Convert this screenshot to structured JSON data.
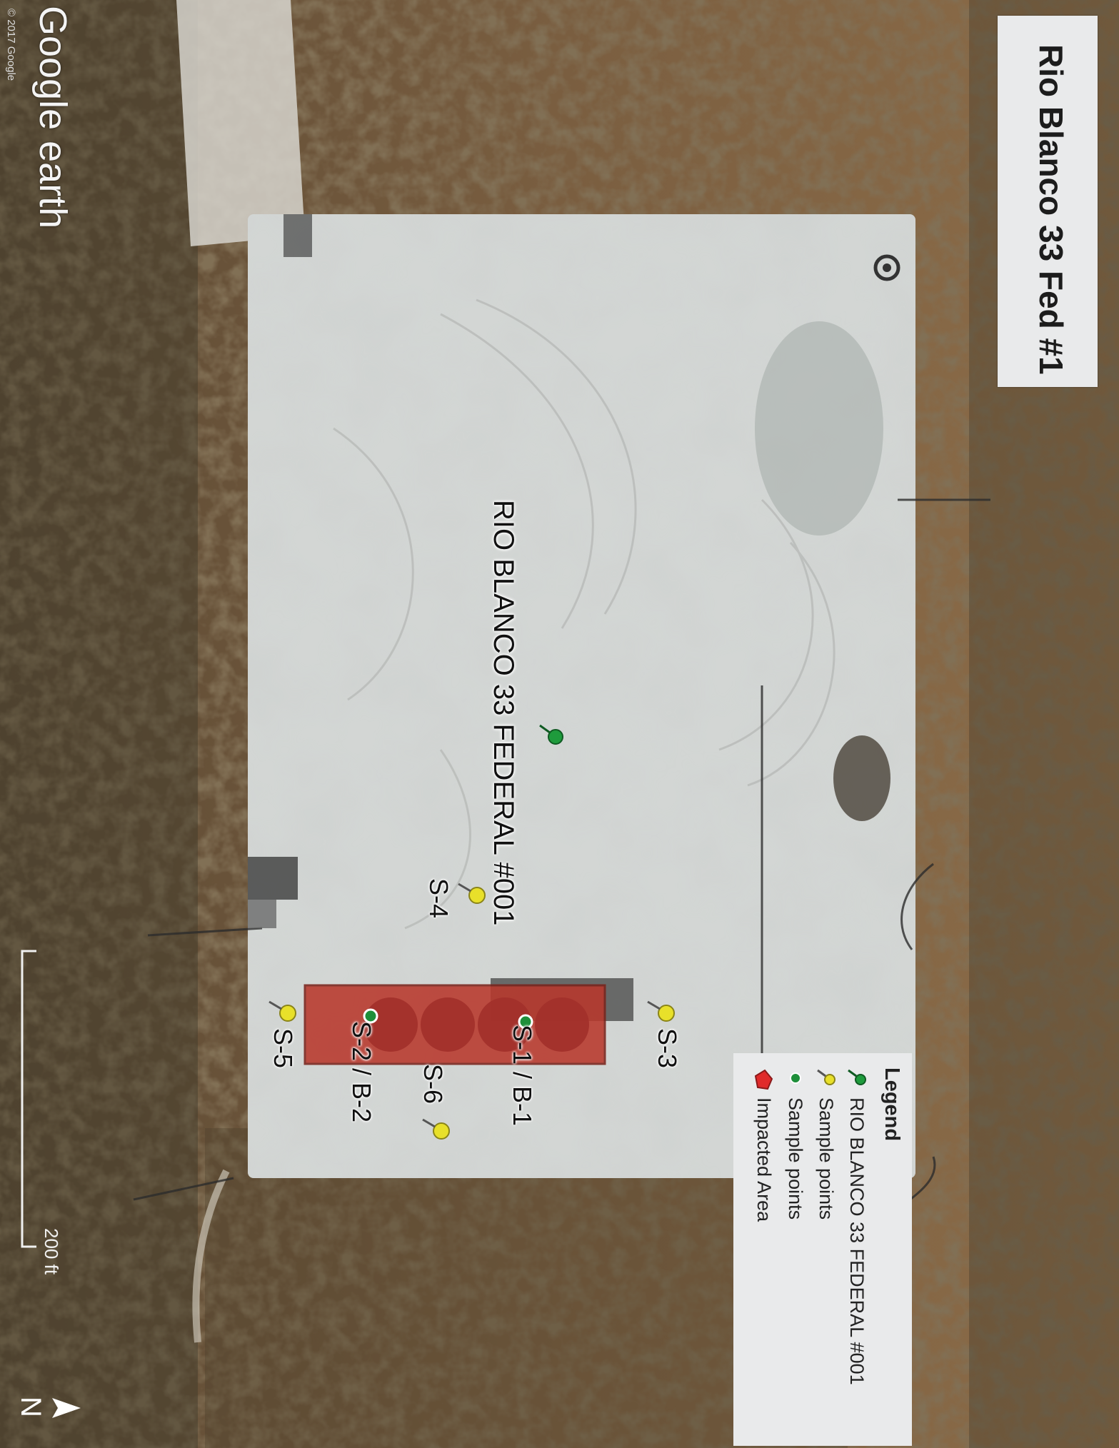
{
  "map": {
    "title": "Rio Blanco 33 Fed #1",
    "site_label": "RIO BLANCO 33 FEDERAL #001",
    "legend": {
      "header": "Legend",
      "items": [
        {
          "label": "RIO BLANCO 33 FEDERAL #001",
          "icon": "green-pushpin-icon",
          "color": "#1e9b3c"
        },
        {
          "label": "Sample points",
          "icon": "yellow-pushpin-icon",
          "color": "#e8e02a"
        },
        {
          "label": "Sample points",
          "icon": "green-dot-icon",
          "color": "#1e8f3a"
        },
        {
          "label": "Impacted Area",
          "icon": "red-polygon-icon",
          "color": "#e02a2a"
        }
      ]
    },
    "sample_points": [
      {
        "label": "S-1 / B-1",
        "icon": "green-dot-icon"
      },
      {
        "label": "S-2 / B-2",
        "icon": "green-dot-icon"
      },
      {
        "label": "S-3",
        "icon": "yellow-pushpin-icon"
      },
      {
        "label": "S-4",
        "icon": "yellow-pushpin-icon"
      },
      {
        "label": "S-5",
        "icon": "yellow-pushpin-icon"
      },
      {
        "label": "S-6",
        "icon": "yellow-pushpin-icon"
      }
    ],
    "impacted_area_color": "#b8382c",
    "watermark": "Google earth",
    "copyright": "© 2017 Google",
    "scale_label": "200 ft",
    "north_label": "N"
  }
}
